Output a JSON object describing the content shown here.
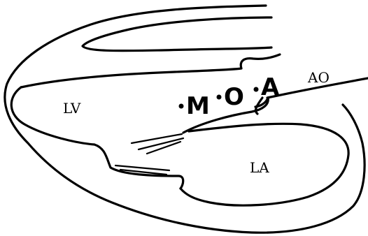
{
  "labels": {
    "lv": "LV",
    "ao": "AO",
    "la": "LA"
  },
  "points": {
    "m": "M",
    "o": "O",
    "a": "A"
  }
}
